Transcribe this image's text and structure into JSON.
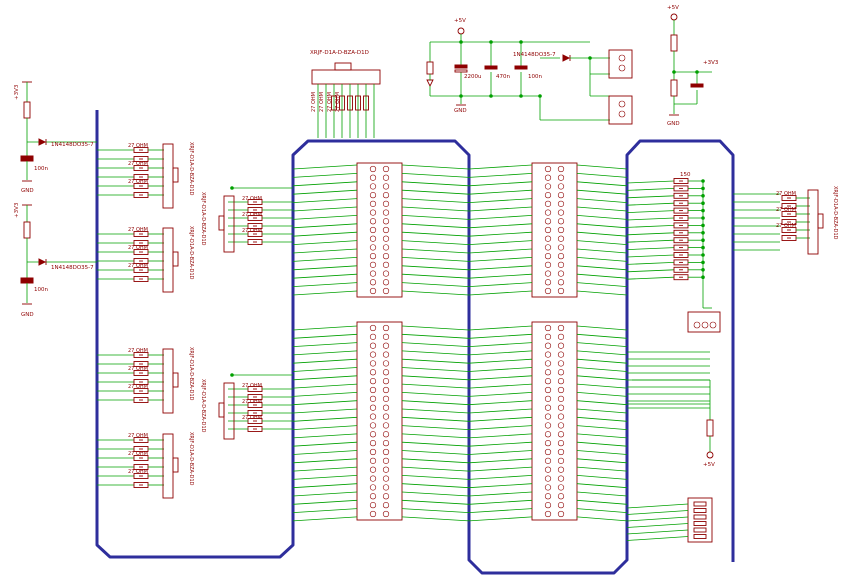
{
  "labels": {
    "vcc33": "+3V3",
    "vcc5": "+5V",
    "gnd": "GND",
    "diode": "1N4148DO35-7",
    "cap100n": "100n",
    "cap2200u": "2200u",
    "cap470n": "470n",
    "res27": "27 OHM",
    "res150": "150",
    "connector": "XRJF-D1A-D-BZA-D1D"
  },
  "colors": {
    "bus": "#2e2e9c",
    "wire": "#00a000",
    "component": "#8e0000",
    "background": "#ffffff"
  },
  "icons": [
    "resistor-symbol",
    "capacitor-symbol",
    "diode-symbol",
    "led-symbol",
    "header-connector-symbol",
    "dip-switch-symbol",
    "ground-symbol",
    "supply-symbol"
  ]
}
